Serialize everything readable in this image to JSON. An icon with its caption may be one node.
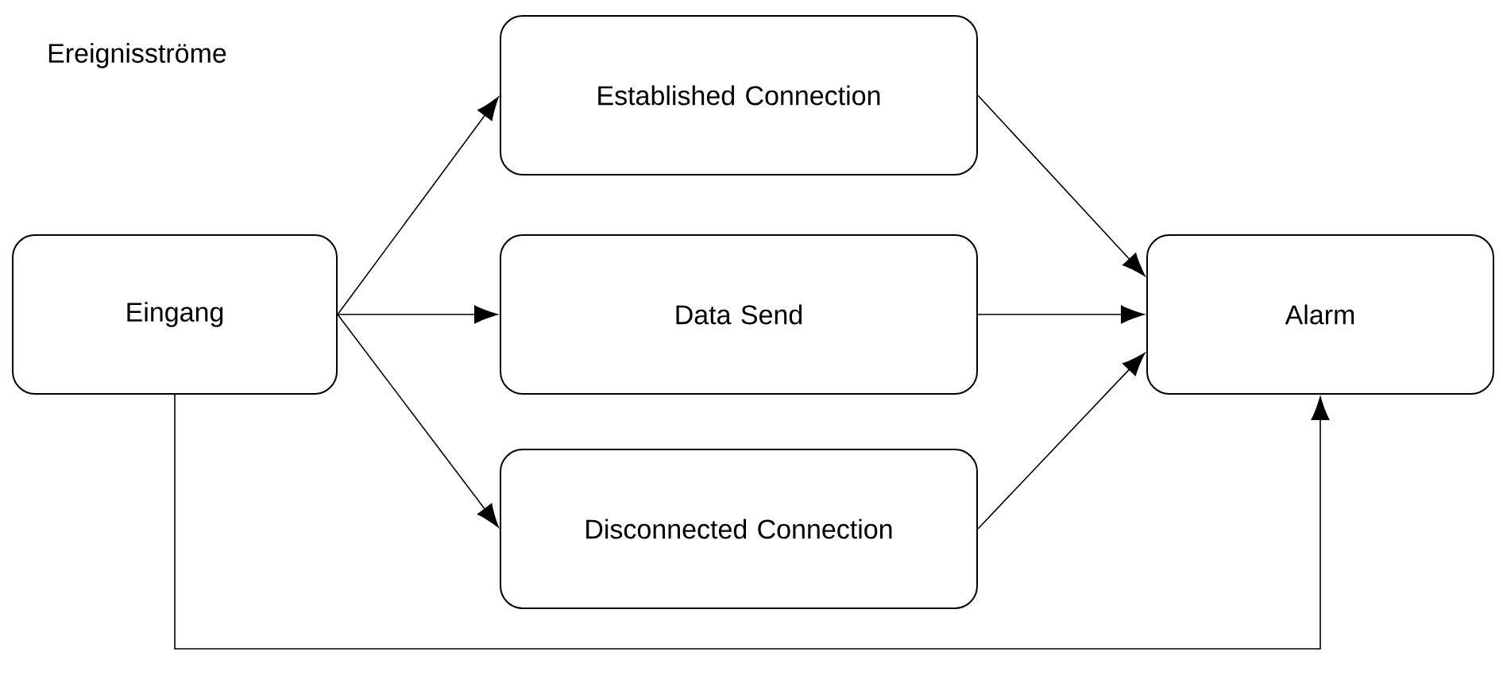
{
  "diagram": {
    "nodes": [
      {
        "text": [
          "Eingang"
        ]
      },
      {
        "text": [
          "Established Connection"
        ]
      },
      {
        "text": [
          "Data Send"
        ]
      },
      {
        "text": [
          "Disconnected Connection"
        ]
      },
      {
        "text": [
          "Alarm"
        ]
      }
    ],
    "edges": [
      {
        "from": 0,
        "to": 1,
        "arrow": "to"
      },
      {
        "from": 0,
        "to": 2,
        "arrow": "to"
      },
      {
        "from": 0,
        "to": 3,
        "arrow": "to"
      },
      {
        "from": 1,
        "to": 4,
        "arrow": "to"
      },
      {
        "from": 2,
        "to": 4,
        "arrow": "to"
      },
      {
        "from": 3,
        "to": 4,
        "arrow": "to"
      },
      {
        "from": 0,
        "to": 4,
        "arrow": "to"
      }
    ],
    "labels": [
      "Ereignisströme"
    ]
  }
}
